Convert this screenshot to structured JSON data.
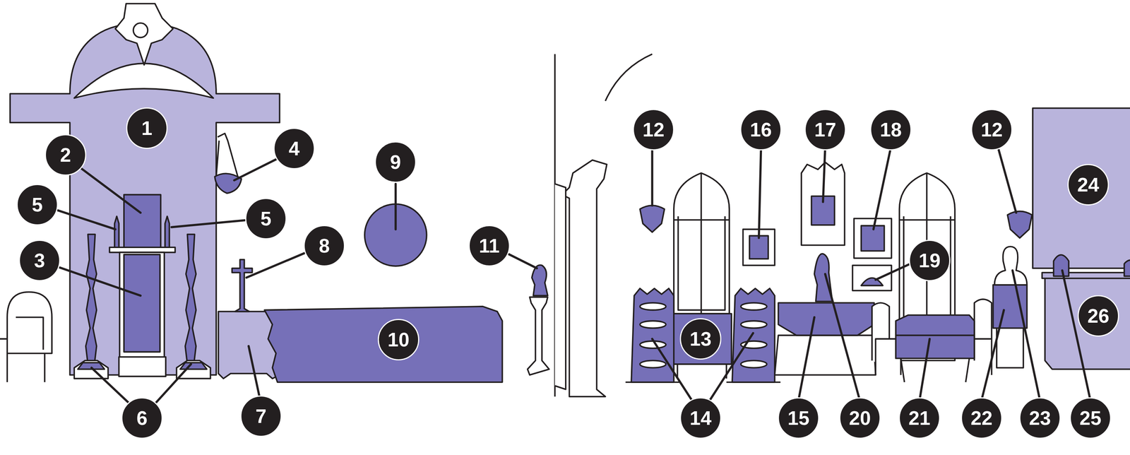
{
  "diagram": {
    "labels": [
      "12",
      "16",
      "17",
      "18",
      "12",
      "1",
      "4",
      "24",
      "2",
      "9",
      "5",
      "5",
      "8",
      "11",
      "19",
      "3",
      "26",
      "13",
      "10",
      "6",
      "7",
      "14",
      "15",
      "20",
      "21",
      "22",
      "23",
      "25"
    ]
  }
}
